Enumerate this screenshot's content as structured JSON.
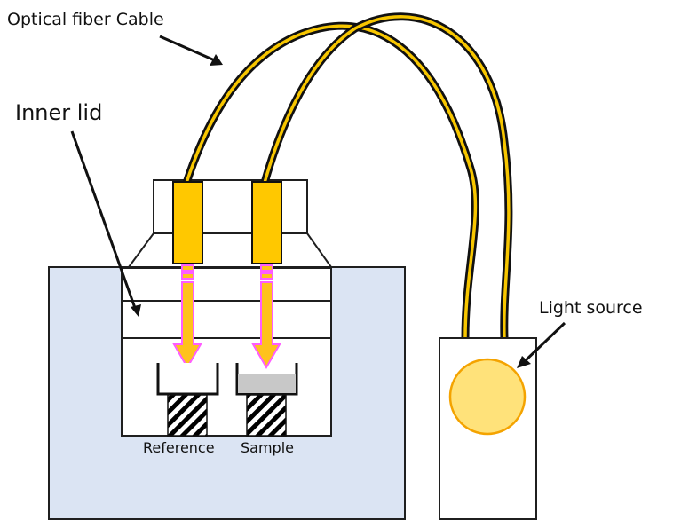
{
  "labels": {
    "optical_fiber_cable": "Optical fiber Cable",
    "inner_lid": "Inner lid",
    "light_source": "Light source",
    "reference": "Reference",
    "sample": "Sample"
  },
  "colors": {
    "chamber_fill": "#dbe4f3",
    "fiber_yellow": "#f7c600",
    "fiber_outline": "#111111",
    "arrow_fill": "#ffc21c",
    "arrow_outline": "#ff5cff",
    "light_fill": "#ffe27a",
    "light_outline": "#f4a300",
    "sample_fill": "#c8c8c8"
  }
}
